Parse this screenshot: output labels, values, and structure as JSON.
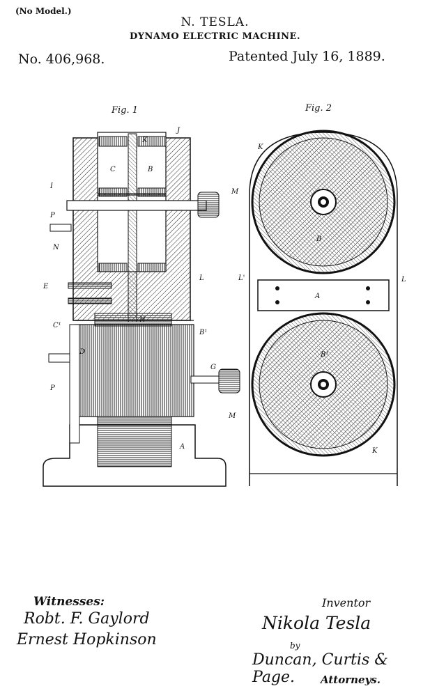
{
  "header": {
    "no_model": "(No Model.)",
    "inventor_name": "N. TESLA.",
    "title": "DYNAMO ELECTRIC MACHINE.",
    "patent_number": "No. 406,968.",
    "patent_date": "Patented July 16, 1889."
  },
  "figures": {
    "fig1_label": "Fig. 1",
    "fig2_label": "Fig. 2",
    "fig1_letters": {
      "J": "J",
      "K": "K",
      "C": "C",
      "B": "B",
      "I": "I",
      "M": "M",
      "P": "P",
      "N": "N",
      "L": "L",
      "E": "E",
      "C1": "C¹",
      "H": "H",
      "B1": "B¹",
      "D": "D",
      "G": "G",
      "A": "A"
    },
    "fig2_letters": {
      "K": "K",
      "B": "B",
      "L1": "L'",
      "L": "L",
      "A": "A",
      "B1": "B¹",
      "K2": "K"
    }
  },
  "signatures": {
    "witnesses_heading": "Witnesses:",
    "witness_1": "Robt. F. Gaylord",
    "witness_2": "Ernest Hopkinson",
    "inventor_heading": "Inventor",
    "inventor_signature": "Nikola Tesla",
    "by": "by",
    "attorney_signature": "Duncan, Curtis & Page.",
    "attorneys_heading": "Attorneys."
  },
  "colors": {
    "ink": "#111111",
    "paper": "#ffffff"
  }
}
